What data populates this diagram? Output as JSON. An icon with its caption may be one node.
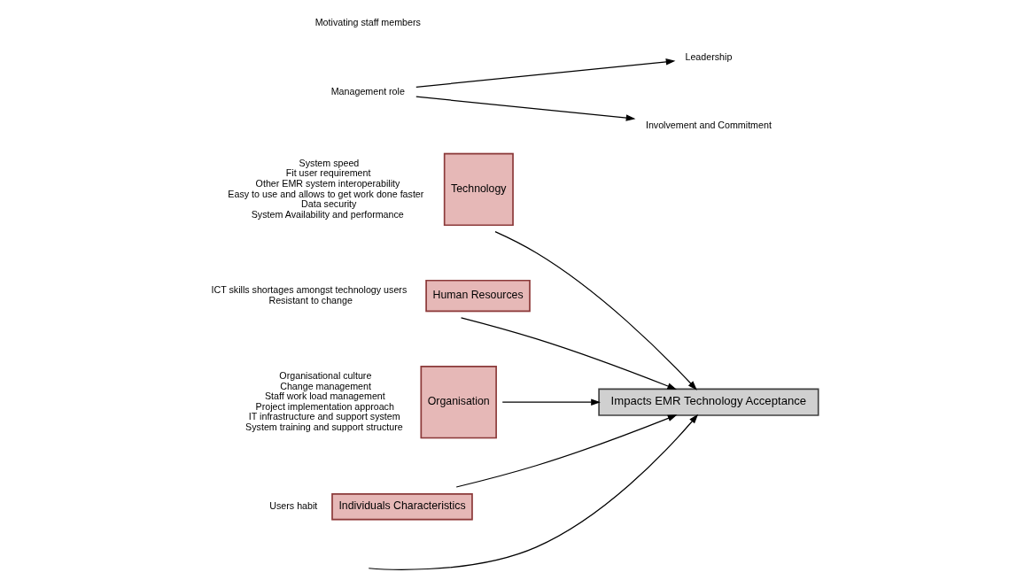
{
  "diagram": {
    "nodes": [
      {
        "text": [
          "Technology"
        ],
        "beside": [
          "System speed",
          "Fit user requirement",
          "Other EMR system interoperability",
          "Easy to use and allows to get work done faster",
          "Data security",
          "System Availability and performance"
        ]
      },
      {
        "text": [
          "Human Resources"
        ],
        "beside": [
          "ICT skills shortages amongst technology users",
          "Resistant to change"
        ]
      },
      {
        "text": [
          "Impacts EMR Technology Acceptance"
        ]
      },
      {
        "text": [
          "Management role"
        ]
      },
      {
        "text": [
          "Leadership"
        ]
      },
      {
        "text": [
          "Involvement and Commitment"
        ]
      },
      {
        "text": [
          "Organisation"
        ],
        "beside": [
          "Organisational culture",
          "Change management",
          "Staff work load management",
          "Project implementation approach",
          "IT infrastructure and support system",
          "System training and support structure"
        ]
      },
      {
        "text": [
          "Individuals Characteristics"
        ],
        "beside": [
          "Users habit"
        ]
      }
    ],
    "edges": [
      {
        "from": null,
        "to": 2,
        "arrow": "to"
      },
      {
        "from": 0,
        "to": 2,
        "arrow": "to"
      },
      {
        "from": 1,
        "to": 2,
        "arrow": "to"
      },
      {
        "from": 6,
        "to": 2,
        "arrow": "to"
      },
      {
        "from": 7,
        "to": 2,
        "arrow": "to"
      },
      {
        "from": 3,
        "to": 4,
        "arrow": "to"
      },
      {
        "from": 3,
        "to": 5,
        "arrow": "to"
      }
    ],
    "labels": [
      "Motivating staff members"
    ]
  }
}
